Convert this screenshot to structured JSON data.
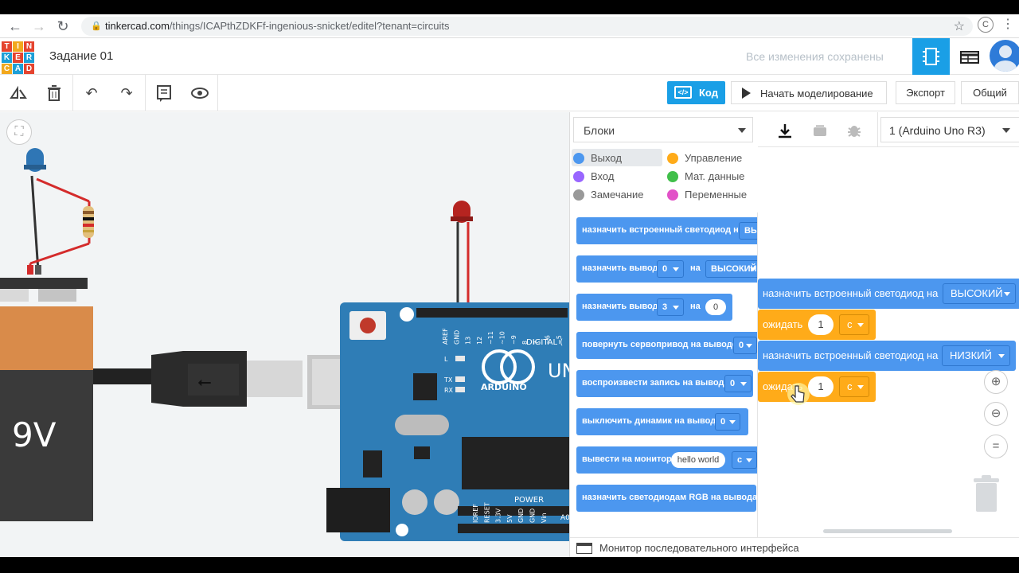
{
  "browser": {
    "url_host": "tinkercad.com",
    "url_path": "/things/ICAPthZDKFf-ingenious-snicket/editel?tenant=circuits",
    "profile_letter": "C"
  },
  "app": {
    "logo_letters": [
      "T",
      "I",
      "N",
      "K",
      "E",
      "R",
      "C",
      "A",
      "D"
    ],
    "logo_colors": [
      "#e5442f",
      "#f2a81d",
      "#e5442f",
      "#1d9fd7",
      "#e5442f",
      "#1d9fd7",
      "#f2a81d",
      "#1d9fd7",
      "#e5442f"
    ],
    "title": "Задание 01",
    "saved_status": "Все изменения сохранены"
  },
  "toolbar": {
    "code_label": "Код",
    "simulate_label": "Начать моделирование",
    "export_label": "Экспорт",
    "share_label": "Общий"
  },
  "workplane": {
    "battery_label": "9V",
    "arduino_brand": "ARDUINO",
    "arduino_model": "UN",
    "digital_label": "DIGITAL (",
    "power_label": "POWER",
    "pin_labels": [
      "AREF",
      "GND",
      "13",
      "12",
      "~11",
      "~10",
      "~9",
      "8",
      "7",
      "~6",
      "~5"
    ],
    "power_pins": [
      "IOREF",
      "RESET",
      "3.3V",
      "5V",
      "GND",
      "GND",
      "Vin"
    ],
    "led_labels": [
      "L",
      "TX",
      "RX"
    ],
    "analog_label": "A0"
  },
  "code_panel": {
    "blocks_dropdown": "Блоки",
    "device_dropdown": "1 (Arduino Uno R3)",
    "categories": [
      {
        "label": "Выход",
        "color": "#4c97ef"
      },
      {
        "label": "Управление",
        "color": "#ffab19"
      },
      {
        "label": "Вход",
        "color": "#9966ff"
      },
      {
        "label": "Мат. данные",
        "color": "#40bf4a"
      },
      {
        "label": "Замечание",
        "color": "#999999"
      },
      {
        "label": "Переменные",
        "color": "#e252c8"
      }
    ],
    "palette": {
      "b1": {
        "text": "назначить встроенный светодиод на",
        "dd": "ВЫ"
      },
      "b2": {
        "text": "назначить вывод",
        "dd1": "0",
        "mid": "на",
        "dd2": "ВЫСОКИЙ"
      },
      "b3": {
        "text": "назначить вывод",
        "dd1": "3",
        "mid": "на",
        "val": "0"
      },
      "b4": {
        "text": "повернуть сервопривод на выводе",
        "dd": "0"
      },
      "b5": {
        "text": "воспроизвести запись на выводе",
        "dd": "0"
      },
      "b6": {
        "text": "выключить динамик на выводе",
        "dd": "0"
      },
      "b7": {
        "text": "вывести на монитор",
        "val": "hello world",
        "dd": "c"
      },
      "b8": {
        "text": "назначить светодиодам RGB на выводах"
      }
    },
    "script": {
      "s1": {
        "text": "назначить встроенный светодиод на",
        "dd": "ВЫСОКИЙ"
      },
      "s2": {
        "text": "ожидать",
        "val": "1",
        "dd": "с"
      },
      "s3": {
        "text": "назначить встроенный светодиод на",
        "dd": "НИЗКИЙ"
      },
      "s4": {
        "text": "ожидать",
        "val": "1",
        "dd": "с"
      }
    },
    "serial_monitor_label": "Монитор последовательного интерфейса"
  }
}
